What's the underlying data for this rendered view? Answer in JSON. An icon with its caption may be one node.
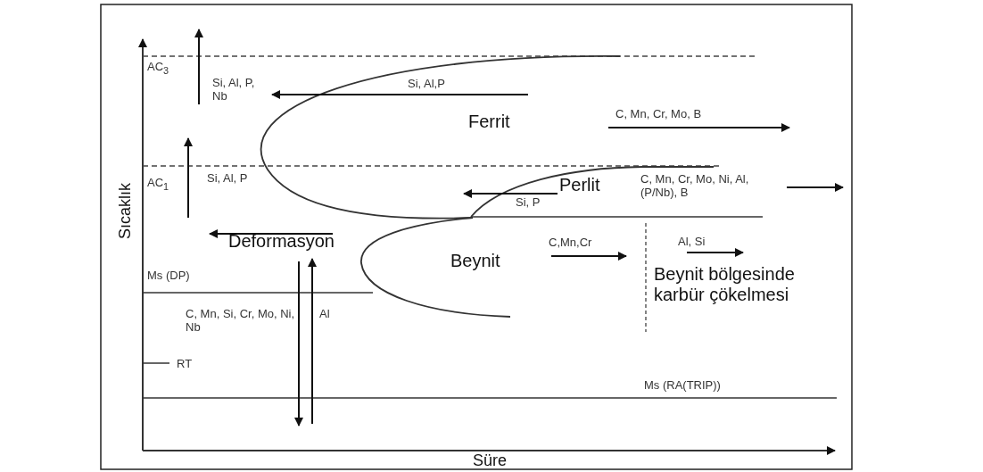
{
  "diagram": {
    "labels": [
      "AC$_{3}$",
      "Si, Al, P, Nb",
      "Si, Al,P",
      "Ferrit",
      "C, Mn, Cr, Mo, B",
      "AC$_{1}$",
      "Si, Al, P",
      "Si, P",
      "Perlit",
      "C, Mn, Cr, Mo, Ni, Al, (P/Nb), B",
      "Deformasyon",
      "C,Mn,Cr",
      "Al, Si",
      "Beynit",
      "Beynit bölgesinde karbür çökelmesi",
      "Ms (DP)",
      "C, Mn, Si, Cr, Mo, Ni, Nb",
      "Al",
      "RT",
      "Ms (RA(TRIP))",
      "Sıcaklık",
      "Süre"
    ]
  }
}
